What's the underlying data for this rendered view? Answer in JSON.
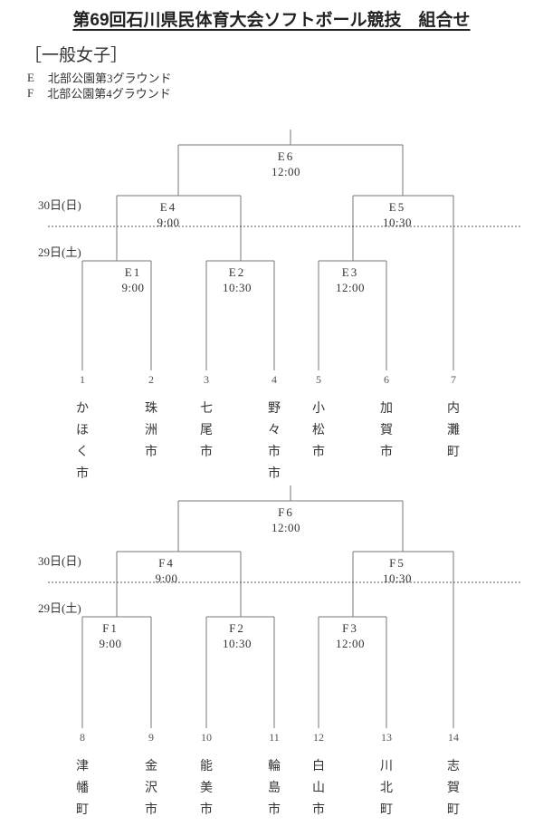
{
  "title": "第69回石川県民体育大会ソフトボール競技　組合せ",
  "division": "［一般女子］",
  "grounds": [
    {
      "letter": "E",
      "venue": "北部公園第3グラウンド"
    },
    {
      "letter": "F",
      "venue": "北部公園第4グラウンド"
    }
  ],
  "date_labels": {
    "sunday": "30日(日)",
    "saturday": "29日(土)"
  },
  "brackets": [
    {
      "id": "E",
      "matches": [
        {
          "label": "E1",
          "time": "9:00"
        },
        {
          "label": "E2",
          "time": "10:30"
        },
        {
          "label": "E3",
          "time": "12:00"
        },
        {
          "label": "E4",
          "time": "9:00"
        },
        {
          "label": "E5",
          "time": "10:30"
        },
        {
          "label": "E6",
          "time": "12:00"
        }
      ],
      "teams": [
        {
          "seed": "1",
          "name": "かほく市"
        },
        {
          "seed": "2",
          "name": "珠洲市"
        },
        {
          "seed": "3",
          "name": "七尾市"
        },
        {
          "seed": "4",
          "name": "野々市市"
        },
        {
          "seed": "5",
          "name": "小松市"
        },
        {
          "seed": "6",
          "name": "加賀市"
        },
        {
          "seed": "7",
          "name": "内灘町"
        }
      ]
    },
    {
      "id": "F",
      "matches": [
        {
          "label": "F1",
          "time": "9:00"
        },
        {
          "label": "F2",
          "time": "10:30"
        },
        {
          "label": "F3",
          "time": "12:00"
        },
        {
          "label": "F4",
          "time": "9:00"
        },
        {
          "label": "F5",
          "time": "10:30"
        },
        {
          "label": "F6",
          "time": "12:00"
        }
      ],
      "teams": [
        {
          "seed": "8",
          "name": "津幡町"
        },
        {
          "seed": "9",
          "name": "金沢市"
        },
        {
          "seed": "10",
          "name": "能美市"
        },
        {
          "seed": "11",
          "name": "輪島市"
        },
        {
          "seed": "12",
          "name": "白山市"
        },
        {
          "seed": "13",
          "name": "川北町"
        },
        {
          "seed": "14",
          "name": "志賀町"
        }
      ]
    }
  ]
}
